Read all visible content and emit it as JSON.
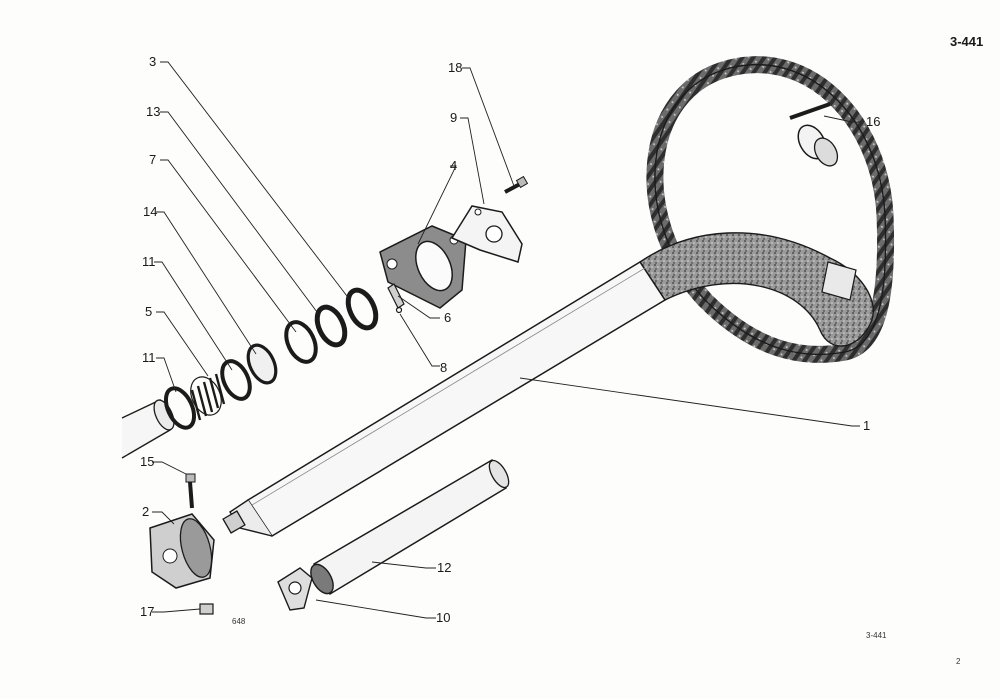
{
  "sheet": {
    "code_top": "3-441",
    "code_bottom": "3-441",
    "figure_number": "648",
    "page_number": "2"
  },
  "callouts": [
    "1",
    "2",
    "3",
    "4",
    "5",
    "6",
    "7",
    "8",
    "9",
    "10",
    "11",
    "11",
    "12",
    "13",
    "14",
    "15",
    "16",
    "17",
    "18"
  ]
}
